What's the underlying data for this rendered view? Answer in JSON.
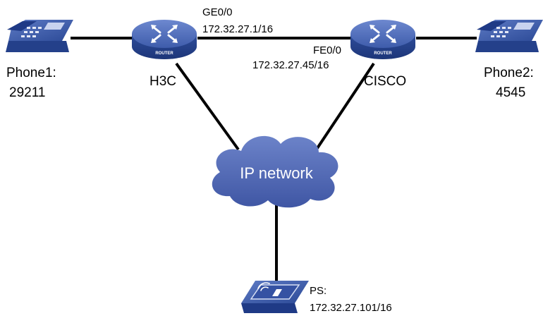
{
  "devices": {
    "phone1": {
      "name": "Phone1:",
      "number": "29211",
      "icon": "desk-phone-icon"
    },
    "phone2": {
      "name": "Phone2:",
      "number": "4545",
      "icon": "desk-phone-icon"
    },
    "router_h3c": {
      "name": "H3C",
      "badge": "ROUTER",
      "icon": "router-icon"
    },
    "router_cisco": {
      "name": "CISCO",
      "badge": "ROUTER",
      "icon": "router-icon"
    },
    "ps": {
      "name": "PS:",
      "ip": "172.32.27.101/16",
      "icon": "ip-phone-icon"
    }
  },
  "interfaces": {
    "h3c_if": {
      "name": "GE0/0",
      "ip": "172.32.27.1/16"
    },
    "cisco_if": {
      "name": "FE0/0",
      "ip": "172.32.27.45/16"
    }
  },
  "network": {
    "label": "IP network",
    "icon": "cloud-icon"
  },
  "colors": {
    "device_blue": "#3a5aa8",
    "device_dark": "#24408a",
    "cloud_fill": "#4f67b5",
    "link": "#000000"
  }
}
